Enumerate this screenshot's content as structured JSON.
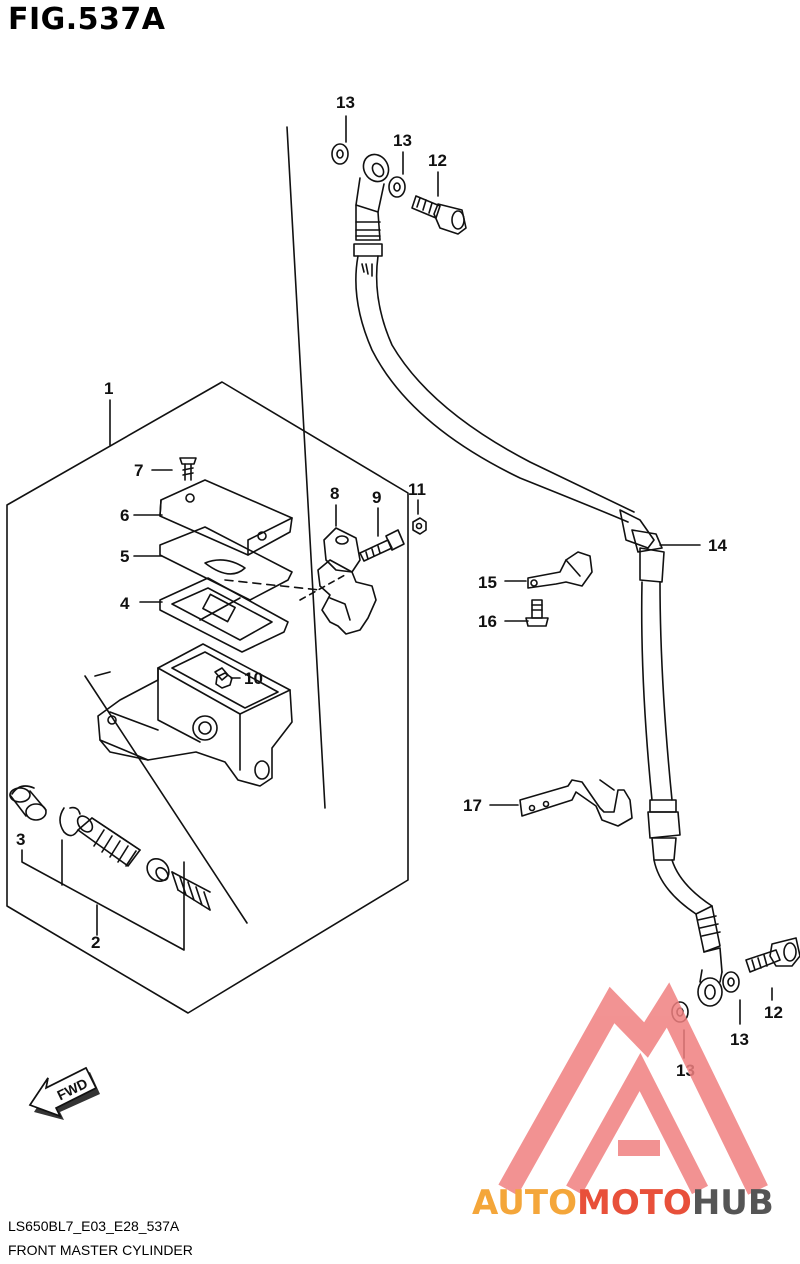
{
  "figure": {
    "title": "FIG.537A",
    "code": "LS650BL7_E03_E28_537A",
    "caption": "FRONT MASTER CYLINDER"
  },
  "callouts": [
    {
      "id": "c1",
      "label": "1"
    },
    {
      "id": "c2",
      "label": "2"
    },
    {
      "id": "c3",
      "label": "3"
    },
    {
      "id": "c4",
      "label": "4"
    },
    {
      "id": "c5",
      "label": "5"
    },
    {
      "id": "c6",
      "label": "6"
    },
    {
      "id": "c7",
      "label": "7"
    },
    {
      "id": "c8",
      "label": "8"
    },
    {
      "id": "c9",
      "label": "9"
    },
    {
      "id": "c10",
      "label": "10"
    },
    {
      "id": "c11",
      "label": "11"
    },
    {
      "id": "c12a",
      "label": "12"
    },
    {
      "id": "c12b",
      "label": "12"
    },
    {
      "id": "c13a",
      "label": "13"
    },
    {
      "id": "c13b",
      "label": "13"
    },
    {
      "id": "c13c",
      "label": "13"
    },
    {
      "id": "c13d",
      "label": "13"
    },
    {
      "id": "c14",
      "label": "14"
    },
    {
      "id": "c15",
      "label": "15"
    },
    {
      "id": "c16",
      "label": "16"
    },
    {
      "id": "c17",
      "label": "17"
    }
  ],
  "direction_arrow": {
    "label": "FWD"
  },
  "watermark": {
    "part1": "AUTO",
    "part2": "MOTO",
    "part3": "HUB",
    "color_primary": "#f4a63a",
    "color_secondary": "#e8503a",
    "color_tertiary": "#555555"
  },
  "colors": {
    "line": "#111111",
    "watermark_triangle": "#f08080"
  }
}
